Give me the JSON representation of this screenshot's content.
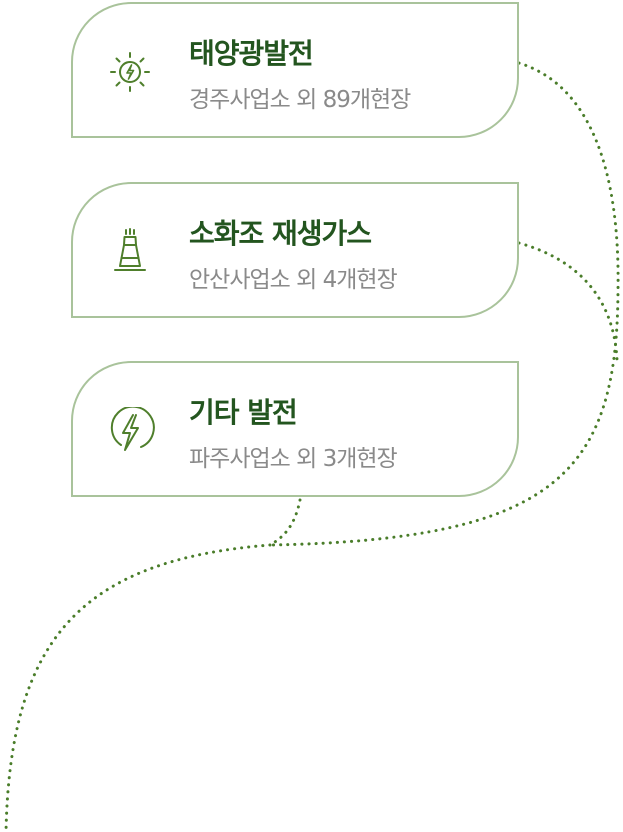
{
  "cards": [
    {
      "title": "태양광발전",
      "subtitle": "경주사업소 외 89개현장",
      "icon": "sun-icon"
    },
    {
      "title": "소화조 재생가스",
      "subtitle": "안산사업소 외 4개현장",
      "icon": "chimney-icon"
    },
    {
      "title": "기타 발전",
      "subtitle": "파주사업소 외 3개현장",
      "icon": "lightning-icon"
    }
  ],
  "colors": {
    "card_border": "#a9c39b",
    "title": "#23551f",
    "subtitle": "#8a8a8a",
    "icon": "#4f7f2c",
    "connector": "#4a7d2a"
  }
}
